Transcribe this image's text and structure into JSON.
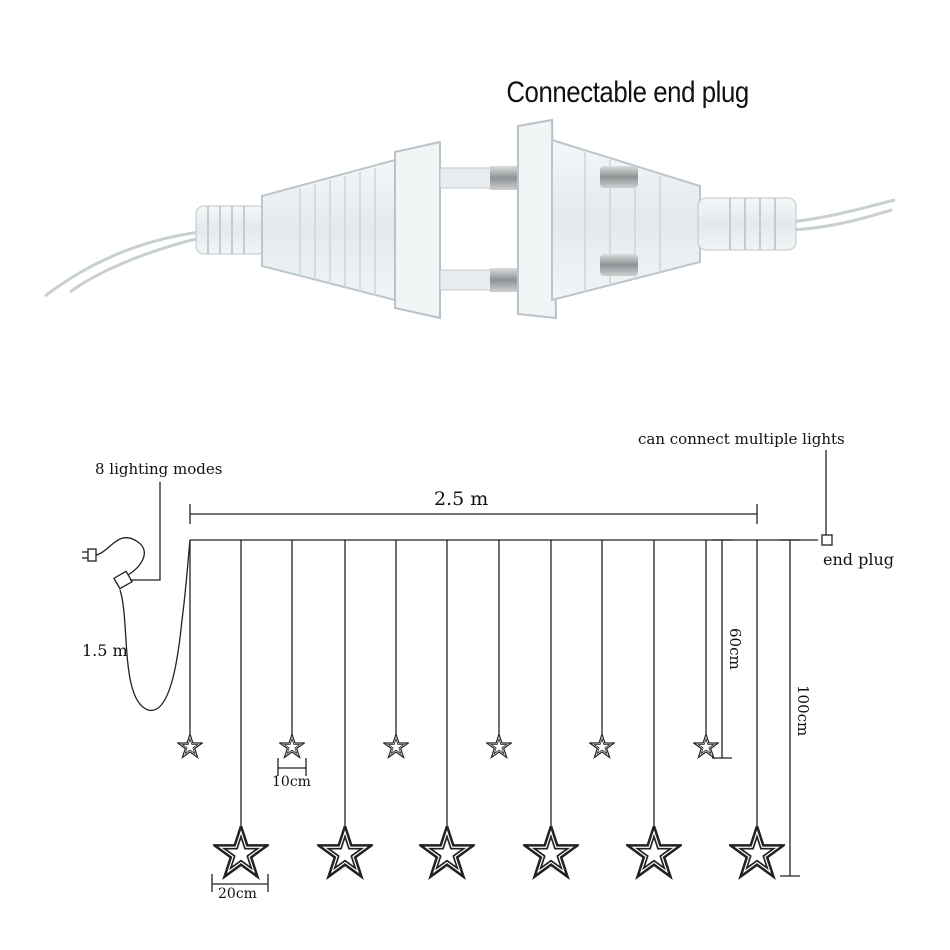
{
  "photo_caption": "Connectable end plug",
  "diagram": {
    "label_lighting_modes": "8 lighting modes",
    "label_connect": "can connect multiple lights",
    "label_width": "2.5 m",
    "label_end_plug": "end plug",
    "label_cable": "1.5 m",
    "label_short_drop": "60cm",
    "label_long_drop": "100cm",
    "label_small_star": "10cm",
    "label_large_star": "20cm"
  },
  "colors": {
    "line": "#222222",
    "plug_body": "#eef2f4",
    "plug_edge": "#b8c2c8",
    "metal": "#a6a8aa"
  }
}
